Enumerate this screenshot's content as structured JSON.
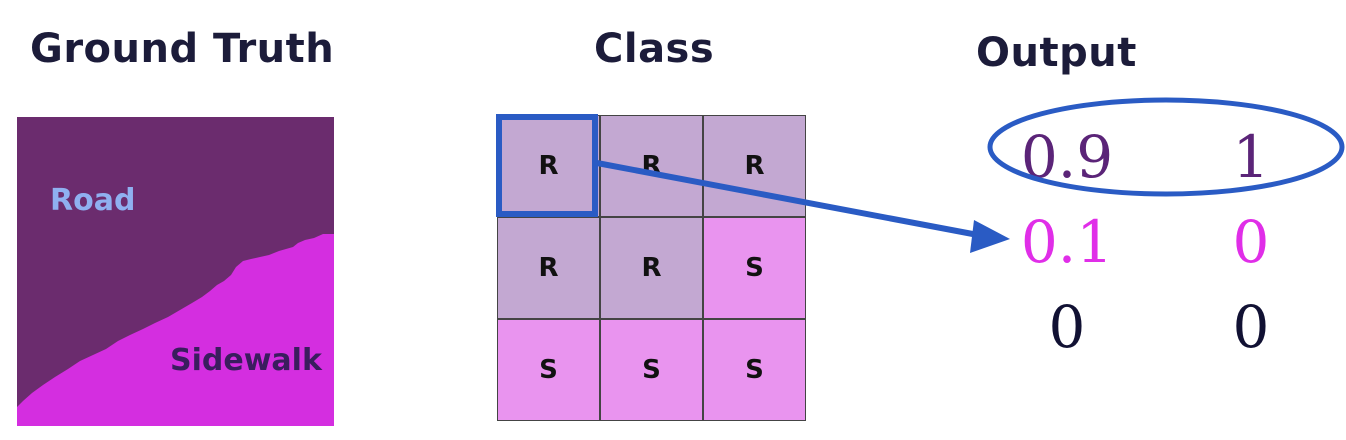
{
  "headings": {
    "ground_truth": "Ground Truth",
    "class": "Class",
    "output": "Output"
  },
  "ground_truth": {
    "road_label": "Road",
    "sidewalk_label": "Sidewalk"
  },
  "class_grid": {
    "rows": [
      [
        "R",
        "R",
        "R"
      ],
      [
        "R",
        "R",
        "S"
      ],
      [
        "S",
        "S",
        "S"
      ]
    ],
    "highlighted_cell": [
      0,
      0
    ]
  },
  "output": {
    "rows": [
      [
        "0.9",
        "1"
      ],
      [
        "0.1",
        "0"
      ],
      [
        "0",
        "0"
      ]
    ],
    "circled_row": 0
  },
  "colors": {
    "road_gt": "#6b2c6e",
    "sidewalk_gt": "#d42ee0",
    "road_cell": "#c3a8d2",
    "sidewalk_cell": "#e994ef",
    "highlight": "#2a5bc4",
    "row_road": "#5b2478",
    "row_sidewalk": "#e02ee8",
    "row_other": "#111133"
  }
}
